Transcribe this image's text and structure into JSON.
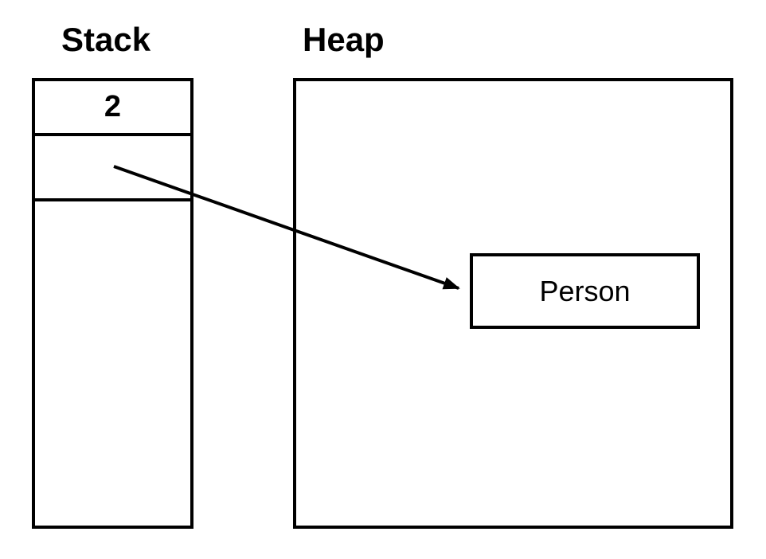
{
  "diagram": {
    "stack": {
      "label": "Stack",
      "cells": [
        "2",
        ""
      ]
    },
    "heap": {
      "label": "Heap",
      "object_label": "Person"
    },
    "arrow": {
      "description": "pointer from second stack cell to Person object on heap"
    },
    "colors": {
      "line": "#000000",
      "background": "#ffffff"
    }
  }
}
